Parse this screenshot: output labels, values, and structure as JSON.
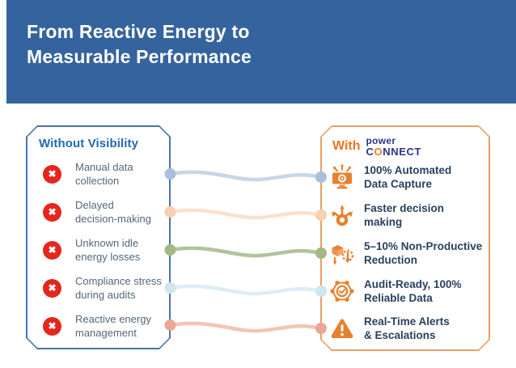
{
  "header": {
    "title_line1": "From Reactive Energy to",
    "title_line2": "Measurable Performance"
  },
  "left_panel": {
    "title": "Without Visibility",
    "items": [
      {
        "icon": "error-icon",
        "mark": "✖",
        "line1": "Manual data",
        "line2": "collection"
      },
      {
        "icon": "error-icon",
        "mark": "✖",
        "line1": "Delayed",
        "line2": "decision-making"
      },
      {
        "icon": "error-icon",
        "mark": "✖",
        "line1": "Unknown idle",
        "line2": "energy losses"
      },
      {
        "icon": "error-icon",
        "mark": "✖",
        "line1": "Compliance stress",
        "line2": "during audits"
      },
      {
        "icon": "error-icon",
        "mark": "✖",
        "line1": "Reactive energy",
        "line2": "management"
      }
    ]
  },
  "right_panel": {
    "with_label": "With",
    "logo": {
      "top": "power",
      "c": "C",
      "o": "O",
      "rest": "NNECT"
    },
    "items": [
      {
        "icon": "automated-capture-icon",
        "line1": "100% Automated",
        "line2": "Data Capture"
      },
      {
        "icon": "faster-decision-icon",
        "line1": "Faster decision",
        "line2": "making"
      },
      {
        "icon": "npt-reduction-icon",
        "line1": "5–10% Non-Productive",
        "line2": "Reduction"
      },
      {
        "icon": "audit-ready-icon",
        "line1": "Audit-Ready, 100%",
        "line2": "Reliable Data"
      },
      {
        "icon": "alert-triangle-icon",
        "line1": "Real-Time Alerts",
        "line2": "& Escalations"
      }
    ]
  },
  "connectors": [
    {
      "name": "row-1",
      "line": "#c9d5e8",
      "dot": "#aabede"
    },
    {
      "name": "row-2",
      "line": "#fae1cc",
      "dot": "#f6d1b0"
    },
    {
      "name": "row-3",
      "line": "#b2c39c",
      "dot": "#a3b884"
    },
    {
      "name": "row-4",
      "line": "#dcedf5",
      "dot": "#cfe6f1"
    },
    {
      "name": "row-5",
      "line": "#f4c5b2",
      "dot": "#eba795"
    }
  ],
  "colors": {
    "banner_blue": "#35639e",
    "left_border_blue": "#4b73ab",
    "left_title_blue": "#2569b4",
    "left_text": "#54677c",
    "error_red": "#e3271e",
    "right_border_orange": "#eb9f66",
    "accent_orange": "#e8802d",
    "with_orange": "#e87524",
    "logo_navy": "#2b3589",
    "right_text": "#29415f"
  }
}
